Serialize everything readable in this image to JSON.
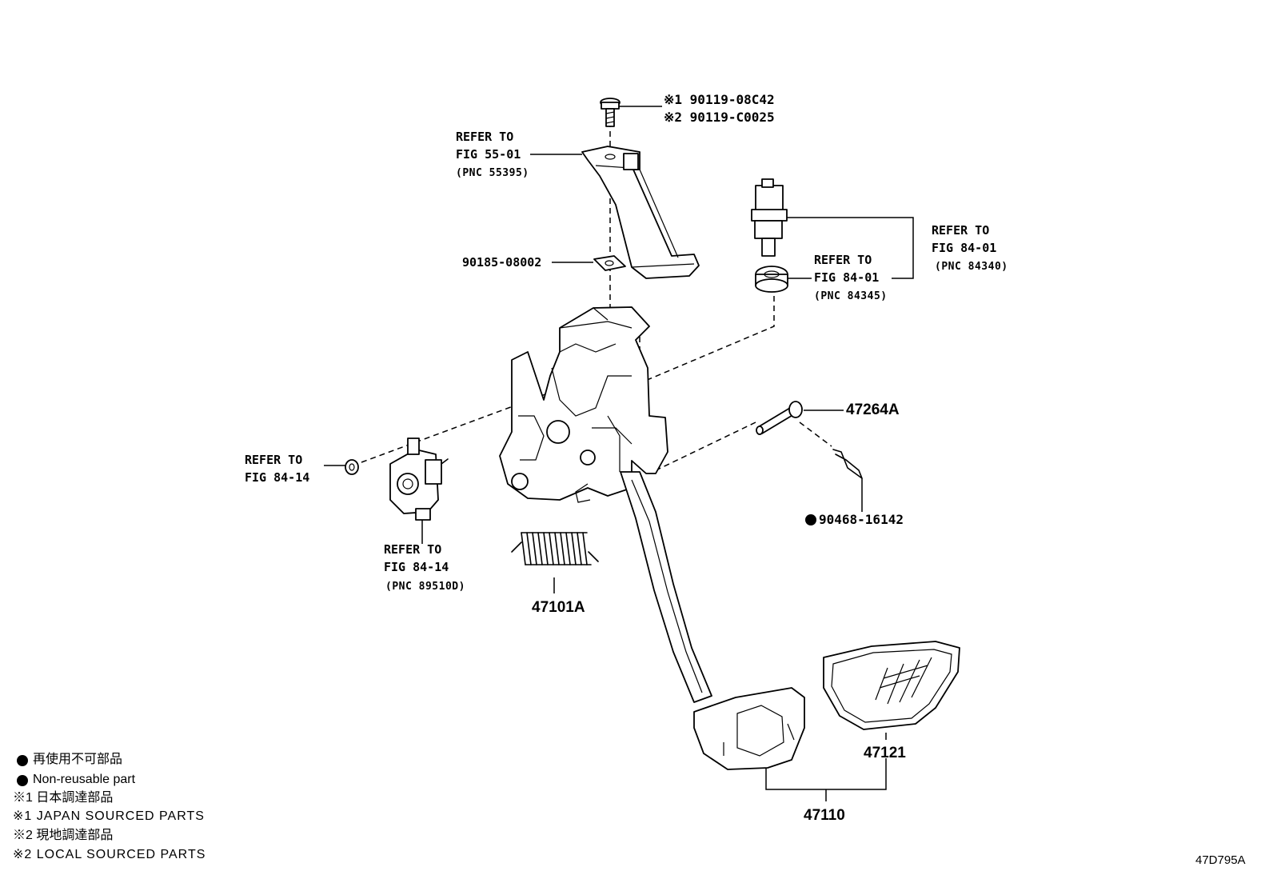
{
  "callouts": {
    "bolt_line1": "※1 90119-08C42",
    "bolt_line2": "※2 90119-C0025",
    "refer_55": {
      "line1": "REFER TO",
      "line2": "FIG 55-01",
      "pnc": "(PNC 55395)"
    },
    "nut": "90185-08002",
    "refer_84340": {
      "line1": "REFER TO",
      "line2": "FIG 84-01",
      "pnc": "(PNC 84340)"
    },
    "refer_84345": {
      "line1": "REFER TO",
      "line2": "FIG 84-01",
      "pnc": "(PNC 84345)"
    },
    "pin": "47264A",
    "refer_8414_left": {
      "line1": "REFER TO",
      "line2": "FIG 84-14"
    },
    "clip": "90468-16142",
    "refer_89510d": {
      "line1": "REFER TO",
      "line2": "FIG 84-14",
      "pnc": "(PNC 89510D)"
    },
    "spring": "47101A",
    "pad": "47121",
    "pedal": "47110"
  },
  "legend": {
    "line1": "再使用不可部品",
    "line2": "Non-reusable part",
    "line3": "※1 日本調達部品",
    "line4": "※1 JAPAN SOURCED PARTS",
    "line5": "※2 現地調達部品",
    "line6": "※2 LOCAL SOURCED PARTS"
  },
  "footer": {
    "code": "47D795A"
  },
  "icons": {
    "bullet": "filled-circle-icon"
  }
}
